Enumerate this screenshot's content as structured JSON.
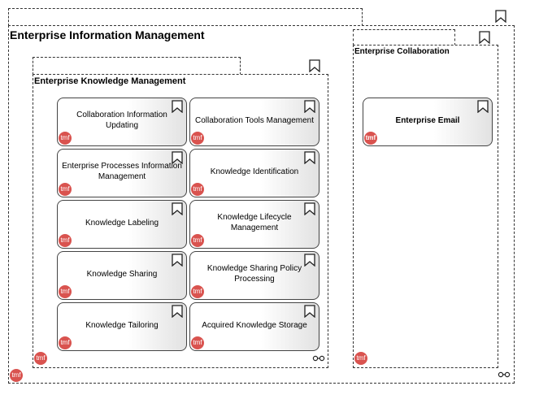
{
  "groups": {
    "eim": {
      "title": "Enterprise Information Management"
    },
    "ekm": {
      "title": "Enterprise Knowledge Management"
    },
    "ec": {
      "title": "Enterprise Collaboration"
    }
  },
  "functions": [
    {
      "label": "Collaboration Information Updating"
    },
    {
      "label": "Collaboration Tools Management"
    },
    {
      "label": "Enterprise Processes Information Management"
    },
    {
      "label": "Knowledge Identification"
    },
    {
      "label": "Knowledge Labeling"
    },
    {
      "label": "Knowledge Lifecycle Management"
    },
    {
      "label": "Knowledge Sharing"
    },
    {
      "label": "Knowledge Sharing Policy Processing"
    },
    {
      "label": "Knowledge Tailoring"
    },
    {
      "label": "Acquired Knowledge Storage"
    },
    {
      "label": "Enterprise Email"
    }
  ],
  "badge": {
    "text": "tmf",
    "color": "#d9534f"
  },
  "icons": {
    "bookmark": "bookmark-icon",
    "link": "link-icon"
  }
}
